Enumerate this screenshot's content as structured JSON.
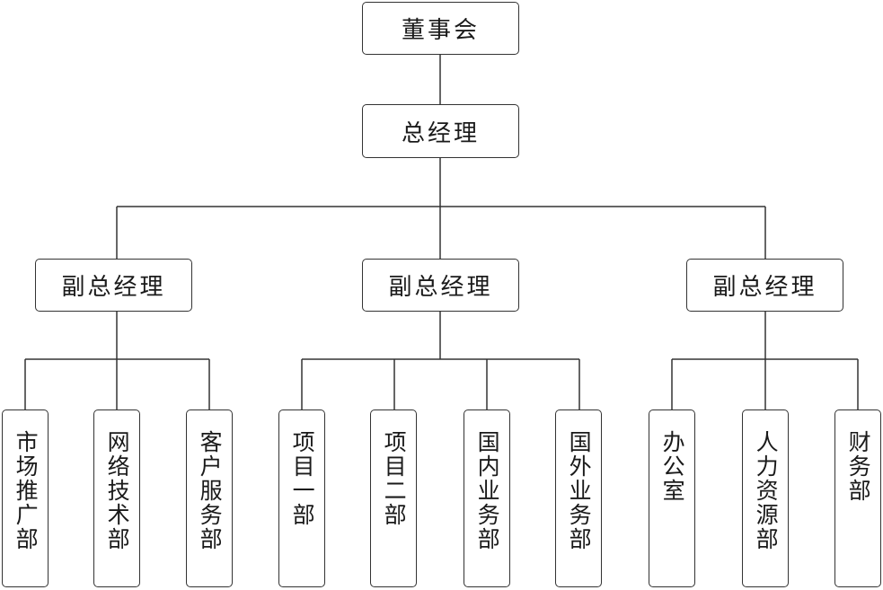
{
  "board": "董事会",
  "general_manager": "总经理",
  "deputies": [
    {
      "label": "副总经理",
      "departments": [
        "市场推广部",
        "网络技术部",
        "客户服务部"
      ]
    },
    {
      "label": "副总经理",
      "departments": [
        "项目一部",
        "项目二部",
        "国内业务部",
        "国外业务部"
      ]
    },
    {
      "label": "副总经理",
      "departments": [
        "办公室",
        "人力资源部",
        "财务部"
      ]
    }
  ]
}
